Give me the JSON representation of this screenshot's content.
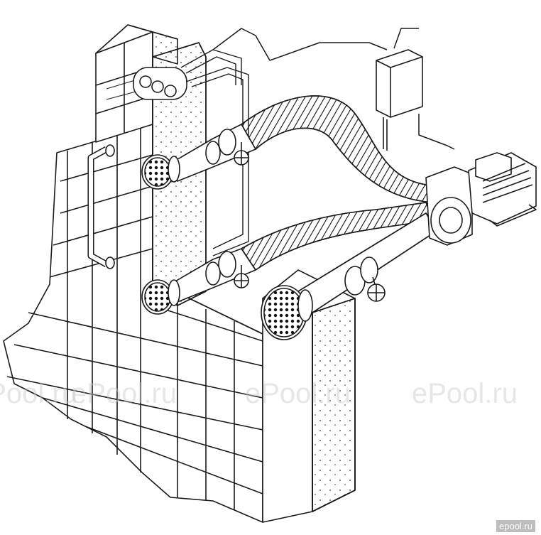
{
  "watermarks": [
    "ePool.ru",
    "ePool.ru",
    "ePool.ru",
    "ePool.ru"
  ],
  "corner_watermark": "epool.ru",
  "colors": {
    "line": "#1a1a1a",
    "fill": "#ffffff",
    "watermark": "#c8c8c8"
  },
  "components": {
    "control_box": "control-box",
    "pump": "pump-motor",
    "jet_upper": "jet-nozzle",
    "jet_lower": "jet-nozzle",
    "intake_grate": "suction-grate",
    "valves": [
      "valve",
      "valve",
      "valve"
    ]
  }
}
